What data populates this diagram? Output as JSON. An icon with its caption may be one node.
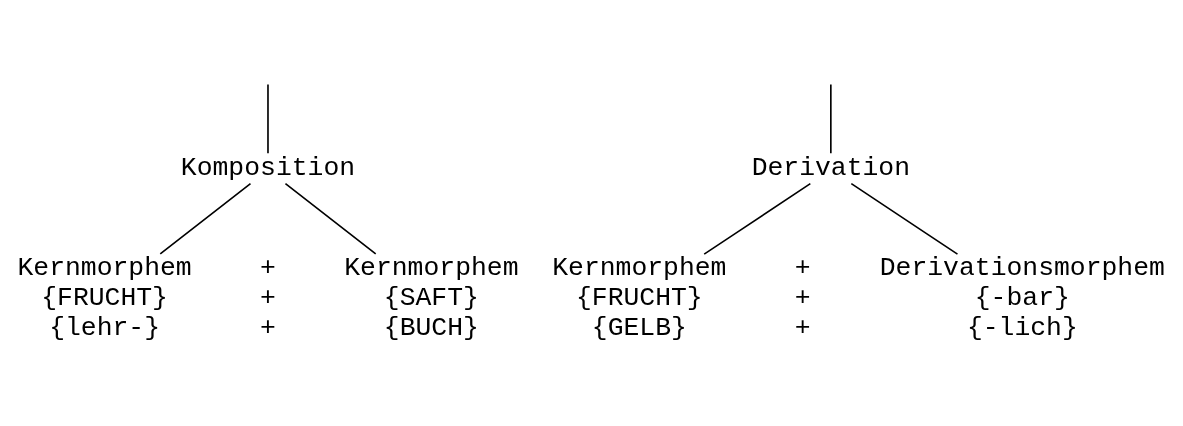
{
  "diagram": {
    "nodes": [
      {
        "text": [
          "Komposition"
        ]
      },
      {
        "text": [
          "Derivation"
        ]
      },
      {
        "text": [
          "Kernmorphem"
        ],
        "beside": [
          "{FRUCHT}",
          "{lehr-}"
        ]
      },
      {
        "text": [
          "Kernmorphem"
        ],
        "beside": [
          "{SAFT}",
          "{BUCH}"
        ]
      },
      {
        "text": [
          "Kernmorphem"
        ],
        "beside": [
          "{FRUCHT}",
          "{GELB}"
        ]
      },
      {
        "text": [
          "Derivationsmorphem"
        ],
        "beside": [
          "{-bar}",
          "{-lich}"
        ]
      }
    ],
    "edges": [
      {
        "from": null,
        "to": 0,
        "arrow": "none"
      },
      {
        "from": null,
        "to": 1,
        "arrow": "none"
      },
      {
        "from": 0,
        "to": 2,
        "arrow": "none"
      },
      {
        "from": 0,
        "to": 3,
        "arrow": "none"
      },
      {
        "from": 1,
        "to": 4,
        "arrow": "none"
      },
      {
        "from": 1,
        "to": 5,
        "arrow": "none"
      }
    ],
    "labels": [
      "+",
      "+",
      "+",
      "+",
      "+",
      "+"
    ]
  }
}
